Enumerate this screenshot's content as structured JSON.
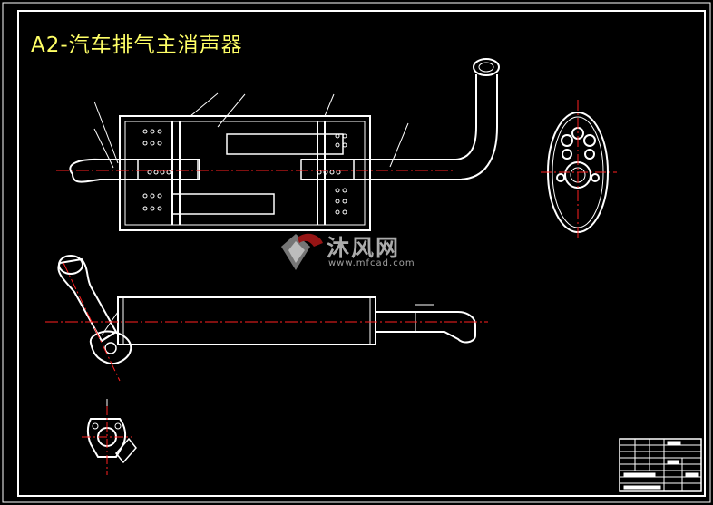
{
  "drawing": {
    "title": "A2-汽车排气主消声器"
  },
  "watermark": {
    "brand": "沐风网",
    "url": "www.mfcad.com",
    "logo_icon": "mf-logo-icon"
  },
  "colors": {
    "background": "#000000",
    "lines": "#ffffff",
    "centerline": "#ff2020",
    "title": "#ffff66",
    "watermark": "#c8c8c8"
  }
}
